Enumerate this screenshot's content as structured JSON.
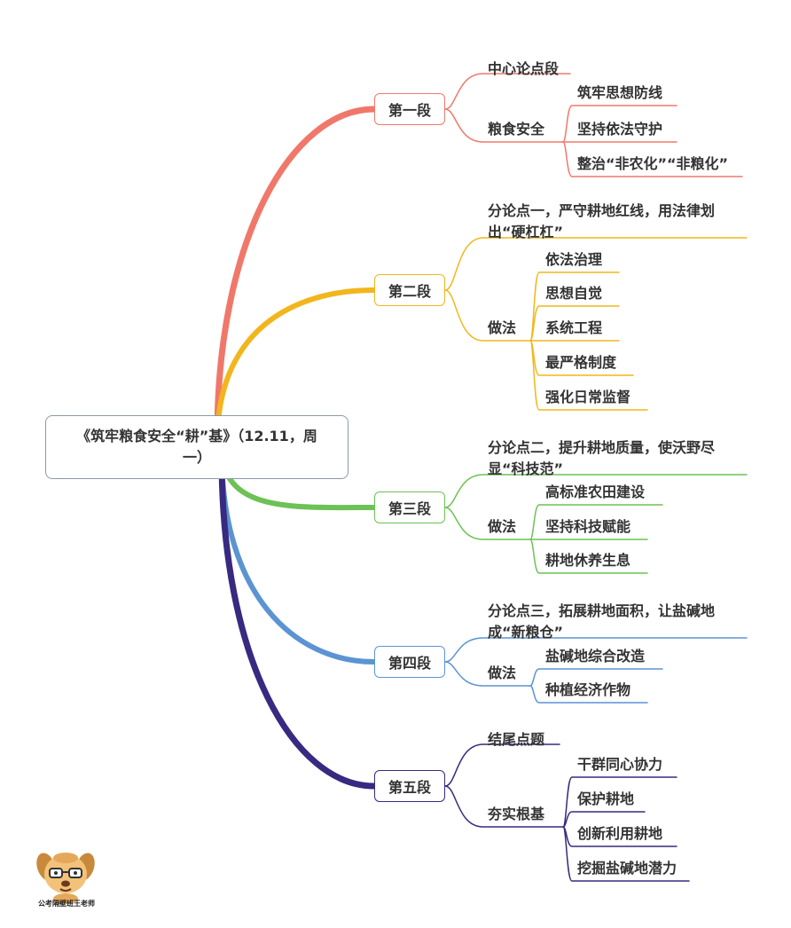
{
  "root": {
    "title": "《筑牢粮食安全“耕”基》（12.11，周一）"
  },
  "colors": {
    "s1": "#f0786a",
    "s2": "#f2b61d",
    "s3": "#6cc255",
    "s4": "#5c94d2",
    "s5": "#372a80"
  },
  "sections": [
    {
      "label": "第一段",
      "point": "中心论点段",
      "method": "粮食安全",
      "items": [
        "筑牢思想防线",
        "坚持依法守护",
        "整治“非农化”“非粮化”"
      ]
    },
    {
      "label": "第二段",
      "point": "分论点一，严守耕地红线，用法律划出“硬杠杠”",
      "method": "做法",
      "items": [
        "依法治理",
        "思想自觉",
        "系统工程",
        "最严格制度",
        "强化日常监督"
      ]
    },
    {
      "label": "第三段",
      "point": "分论点二，提升耕地质量，使沃野尽显“科技范”",
      "method": "做法",
      "items": [
        "高标准农田建设",
        "坚持科技赋能",
        "耕地休养生息"
      ]
    },
    {
      "label": "第四段",
      "point": "分论点三，拓展耕地面积，让盐碱地成“新粮仓”",
      "method": "做法",
      "items": [
        "盐碱地综合改造",
        "种植经济作物"
      ]
    },
    {
      "label": "第五段",
      "point": "结尾点题",
      "method": "夯实根基",
      "items": [
        "干群同心协力",
        "保护耕地",
        "创新利用耕地",
        "挖掘盐碱地潜力"
      ]
    }
  ],
  "watermark": {
    "caption": "公考隔壁班王老师",
    "icon": "cartoon-dog-with-glasses-icon"
  }
}
